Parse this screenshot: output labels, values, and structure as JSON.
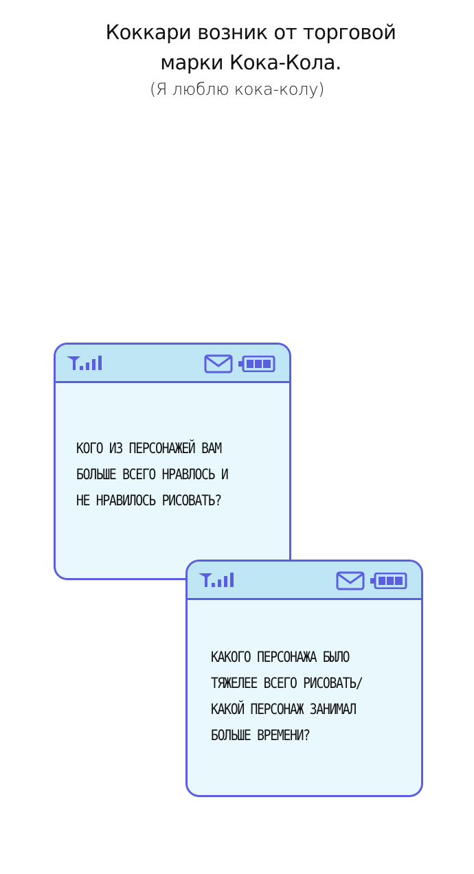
{
  "caption": {
    "line1": "Коккари возник от торговой",
    "line2": "марки Кока-Кола.",
    "sub": "(Я люблю кока-колу)"
  },
  "phones": [
    {
      "message": "КОГО ИЗ ПЕРСОНАЖЕЙ ВАМ\nБОЛЬШЕ ВСЕГО НРАВЛОСЬ И\nНЕ НРАВИЛОСЬ РИСОВАТЬ?"
    },
    {
      "message": "КАКОГО ПЕРСОНАЖА БЫЛО\nТЯЖЕЛЕЕ ВСЕГО РИСОВАТЬ/\nКАКОЙ ПЕРСОНАЖ ЗАНИМАЛ\nБОЛЬШЕ ВРЕМЕНИ?"
    }
  ],
  "icons": {
    "signal": "signal-icon",
    "mail": "mail-icon",
    "battery": "battery-icon"
  },
  "colors": {
    "accent": "#5b5ee0",
    "screen": "#e9f8fc",
    "status_bar": "#bfe6f4"
  }
}
